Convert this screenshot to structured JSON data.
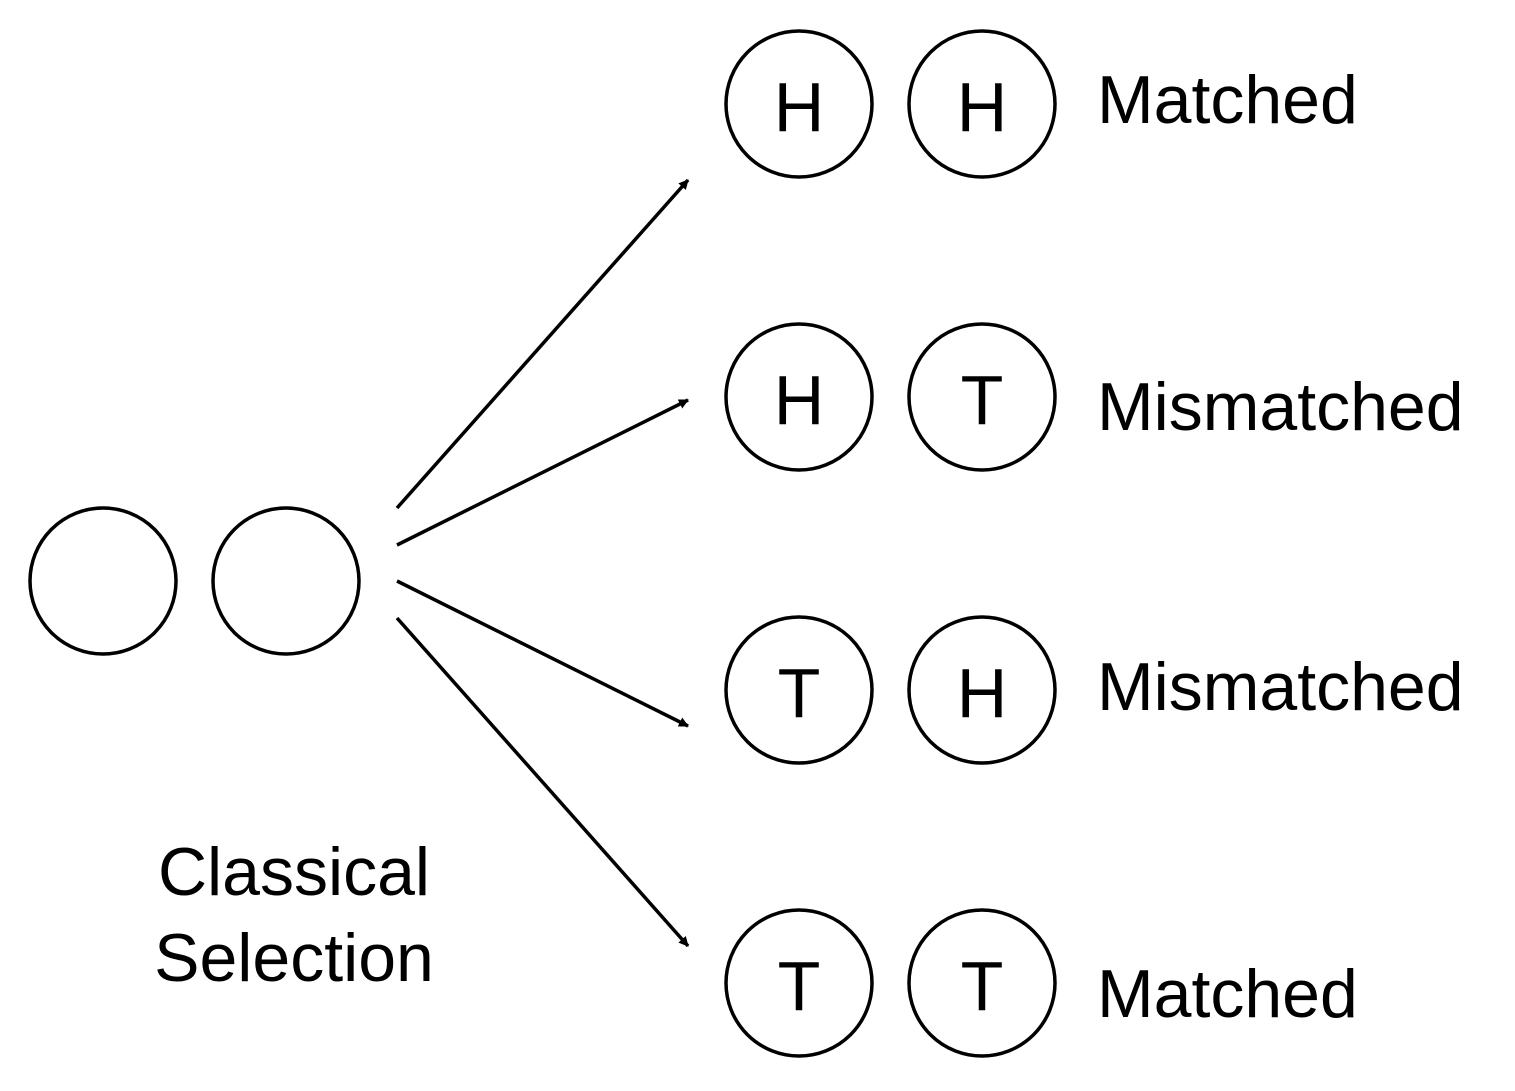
{
  "caption": {
    "line1": "Classical",
    "line2": "Selection"
  },
  "outcomes": [
    {
      "left": "H",
      "right": "H",
      "label": "Matched"
    },
    {
      "left": "H",
      "right": "T",
      "label": "Mismatched"
    },
    {
      "left": "T",
      "right": "H",
      "label": "Mismatched"
    },
    {
      "left": "T",
      "right": "T",
      "label": "Matched"
    }
  ],
  "colors": {
    "stroke": "#000000",
    "background": "#ffffff"
  }
}
